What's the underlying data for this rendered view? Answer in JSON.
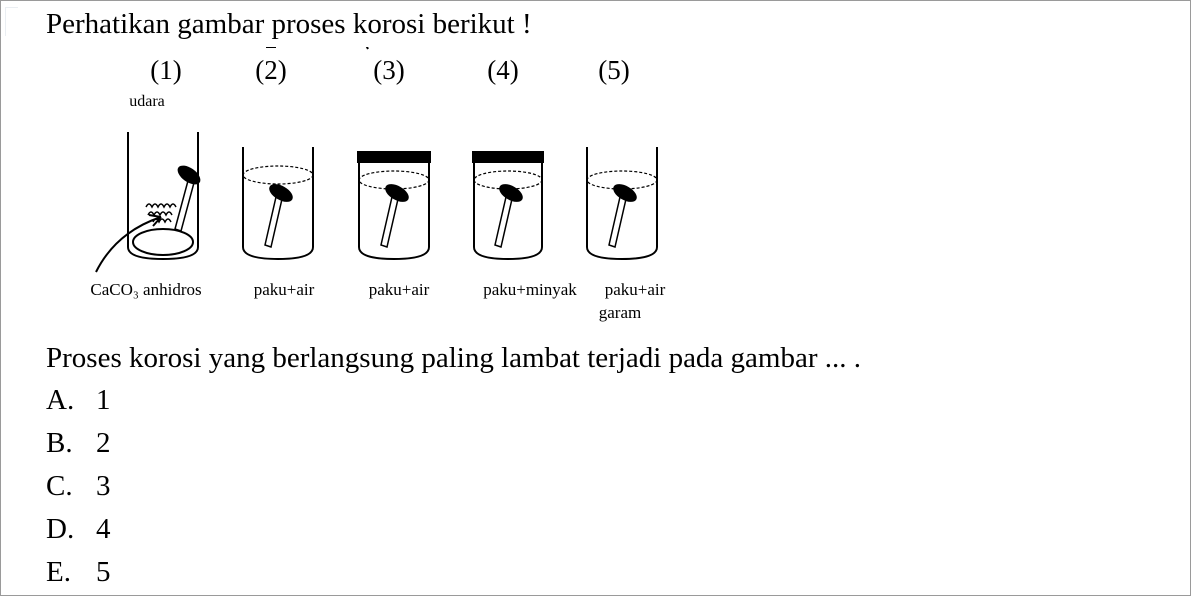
{
  "question": {
    "stem": "Perhatikan gambar proses korosi berikut !",
    "prompt": "Proses korosi yang berlangsung paling lambat terjadi pada gambar ... ."
  },
  "figure": {
    "top_label": "udara",
    "pointer_label": "CaCO₃ anhidros",
    "tubes": [
      {
        "number": "(1)",
        "label": ""
      },
      {
        "number": "(2)",
        "label": "paku+air"
      },
      {
        "number": "(3)",
        "label": "paku+air"
      },
      {
        "number": "(4)",
        "label": "paku+minyak"
      },
      {
        "number": "(5)",
        "label": "paku+air",
        "label2": "garam"
      }
    ]
  },
  "options": [
    {
      "letter": "A.",
      "value": "1"
    },
    {
      "letter": "B.",
      "value": "2"
    },
    {
      "letter": "C.",
      "value": "3"
    },
    {
      "letter": "D.",
      "value": "4"
    },
    {
      "letter": "E.",
      "value": "5"
    }
  ]
}
